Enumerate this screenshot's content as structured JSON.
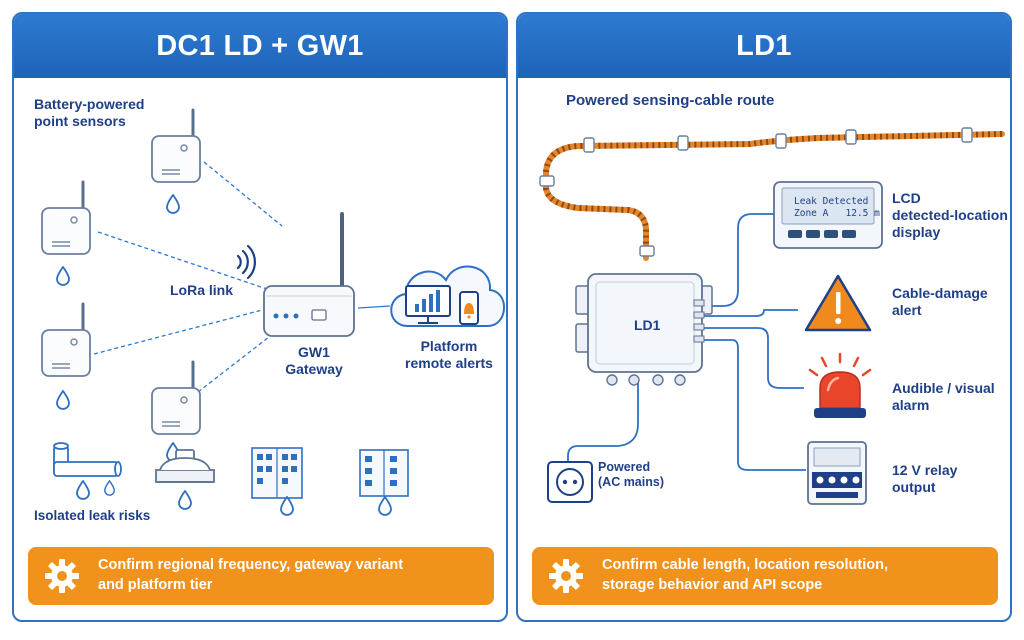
{
  "left": {
    "title": "DC1 LD + GW1",
    "battery_label_line1": "Battery-powered",
    "battery_label_line2": "point sensors",
    "lora_label": "LoRa link",
    "gateway_line1": "GW1",
    "gateway_line2": "Gateway",
    "platform_line1": "Platform",
    "platform_line2": "remote alerts",
    "isolated_label": "Isolated leak risks",
    "footer_line1": "Confirm regional frequency, gateway variant",
    "footer_line2": "and platform tier"
  },
  "right": {
    "title": "LD1",
    "route_label": "Powered sensing-cable route",
    "box_label": "LD1",
    "lcd_screen_line1": "Leak Detected",
    "lcd_screen_zone": "Zone A",
    "lcd_screen_distance": "12.5 m",
    "lcd_line1": "LCD",
    "lcd_line2": "detected-location",
    "lcd_line3": "display",
    "damage_line1": "Cable-damage",
    "damage_line2": "alert",
    "alarm_line1": "Audible / visual",
    "alarm_line2": "alarm",
    "relay_line1": "12 V relay",
    "relay_line2": "output",
    "power_line1": "Powered",
    "power_line2": "(AC mains)",
    "footer_line1": "Confirm cable length, location resolution,",
    "footer_line2": "storage behavior and API scope"
  },
  "colors": {
    "header_blue": "#1e63b8",
    "border_blue": "#2f73c5",
    "text_navy": "#1f3f86",
    "footer_orange": "#f0921c",
    "alert_orange": "#f08a1c",
    "alarm_red": "#e8452a",
    "cable_orange": "#e8852a"
  },
  "icons": [
    "gear-icon",
    "wifi-signal-icon",
    "cloud-icon",
    "monitor-chart-icon",
    "phone-bell-icon",
    "warning-triangle-icon",
    "beacon-icon",
    "relay-icon",
    "power-outlet-icon",
    "water-drop-icon",
    "pipe-icon",
    "tank-icon",
    "cabinet-icon"
  ]
}
